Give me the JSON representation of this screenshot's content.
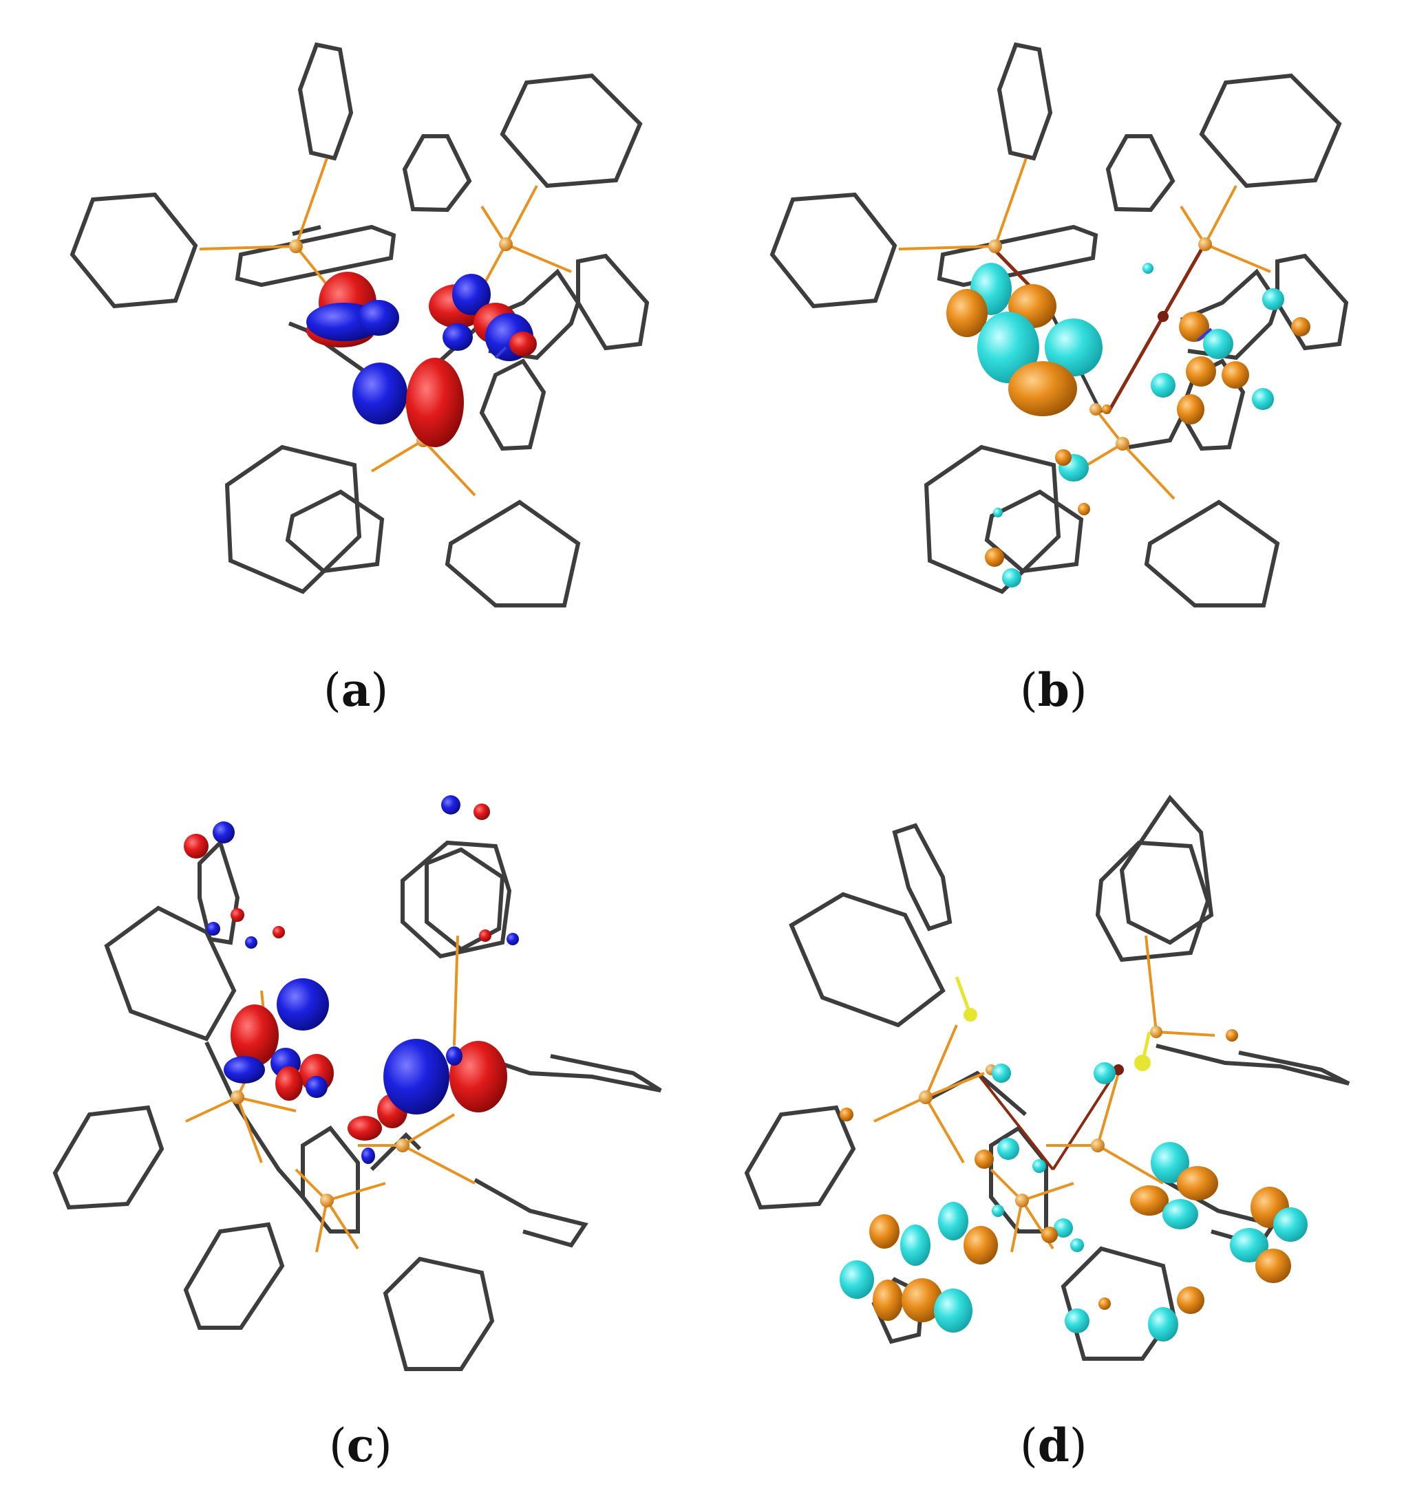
{
  "figure": {
    "panels": [
      {
        "id": "a",
        "label_open": "(",
        "label_letter": "a",
        "label_close": ")",
        "orbital_colors": [
          "#d4141c",
          "#1c20d8"
        ]
      },
      {
        "id": "b",
        "label_open": "(",
        "label_letter": "b",
        "label_close": ")",
        "orbital_colors": [
          "#2ed9d9",
          "#e38a1a"
        ]
      },
      {
        "id": "c",
        "label_open": "(",
        "label_letter": "c",
        "label_close": ")",
        "orbital_colors": [
          "#d4141c",
          "#1c20d8"
        ]
      },
      {
        "id": "d",
        "label_open": "(",
        "label_letter": "d",
        "label_close": ")",
        "orbital_colors": [
          "#2ed9d9",
          "#e38a1a"
        ]
      }
    ],
    "colors": {
      "bond": "#3d3d3d",
      "phosphorus": "#e8931f",
      "nitrogen": "#3a3ad8",
      "sulfur": "#e6e632"
    }
  }
}
